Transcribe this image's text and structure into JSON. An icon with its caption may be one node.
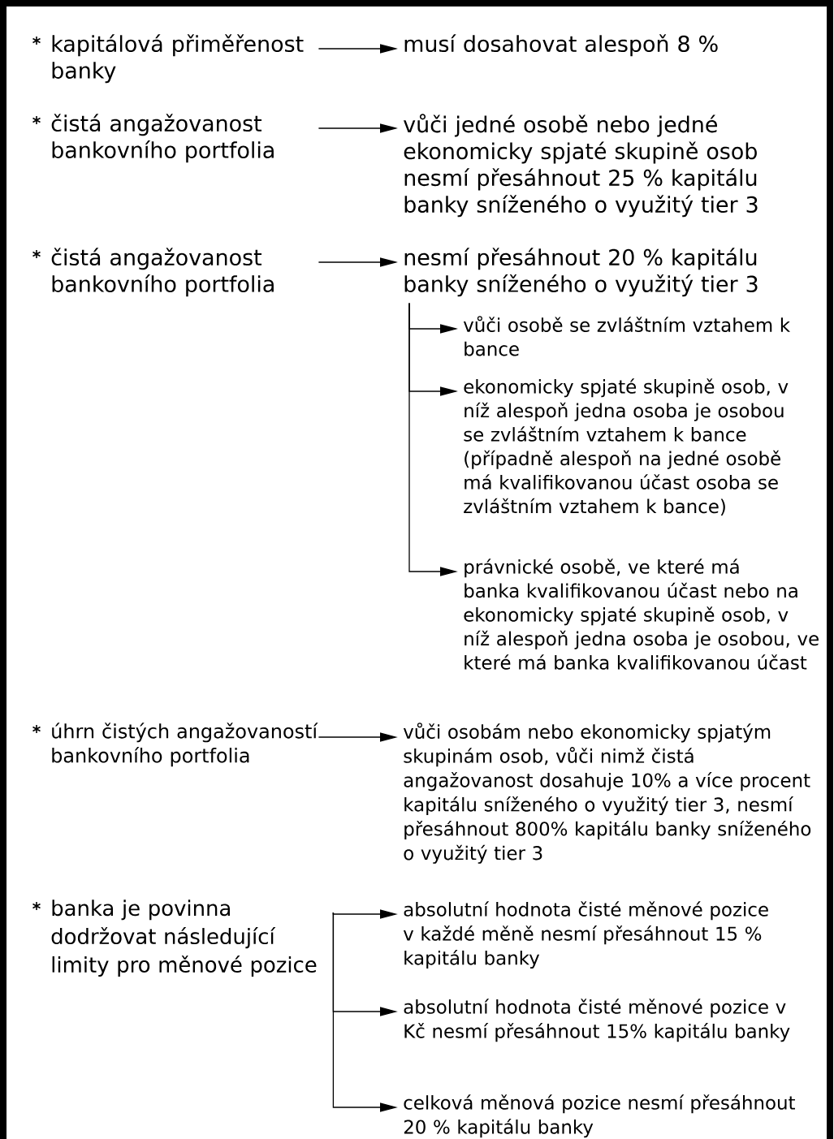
{
  "diagram": {
    "nodes": [
      {
        "text": [
          "kapitálová přiměřenost banky"
        ]
      },
      {
        "text": [
          "musí dosahovat alespoň 8 %"
        ]
      },
      {
        "text": [
          "čistá angažovanost bankovního portfolia"
        ]
      },
      {
        "text": [
          "vůči jedné osobě nebo jedné ekonomicky spjaté skupině osob nesmí přesáhnout 25 % kapitálu banky sníženého o využitý tier 3"
        ]
      },
      {
        "text": [
          "čistá angažovanost bankovního portfolia"
        ]
      },
      {
        "text": [
          "nesmí přesáhnout 20 % kapitálu banky sníženého o využitý tier 3"
        ]
      },
      {
        "text": [
          "vůči osobě se zvláštním vztahem k bance"
        ]
      },
      {
        "text": [
          "ekonomicky spjaté skupině osob, v níž alespoň jedna osoba je osobou se zvláštním vztahem k bance (případně alespoň na jedné osobě má kvalifikovanou účast osoba se zvláštním vztahem k bance)"
        ]
      },
      {
        "text": [
          "právnické osobě, ve které má banka kvalifikovanou účast nebo na ekonomicky spjaté skupině osob, v níž alespoň jedna osoba je osobou, ve které má banka kvalifikovanou účast"
        ]
      },
      {
        "text": [
          "úhrn čistých angažovaností bankovního portfolia"
        ]
      },
      {
        "text": [
          "vůči osobám nebo ekonomicky spjatým skupinám osob, vůči nimž čistá angažovanost dosahuje 10% a více procent kapitálu sníženého o využitý tier 3, nesmí přesáhnout 800% kapitálu banky sníženého o využitý tier 3"
        ]
      },
      {
        "text": [
          "banka je povinna dodržovat následující limity pro měnové pozice"
        ]
      },
      {
        "text": [
          "absolutní hodnota čisté měnové pozice v každé měně nesmí přesáhnout 15 % kapitálu banky"
        ]
      },
      {
        "text": [
          "absolutní hodnota čisté měnové pozice v Kč nesmí přesáhnout 15% kapitálu banky"
        ]
      },
      {
        "text": [
          "celková měnová pozice nesmí přesáhnout 20 % kapitálu banky"
        ]
      }
    ],
    "edges": [
      {
        "from": 0,
        "to": 1,
        "arrow": "to"
      },
      {
        "from": 2,
        "to": 3,
        "arrow": "to"
      },
      {
        "from": 4,
        "to": 5,
        "arrow": "to"
      },
      {
        "from": 5,
        "to": 6,
        "arrow": "to"
      },
      {
        "from": 5,
        "to": 7,
        "arrow": "to"
      },
      {
        "from": 5,
        "to": 8,
        "arrow": "to"
      },
      {
        "from": 9,
        "to": 10,
        "arrow": "to"
      },
      {
        "from": 11,
        "to": 12,
        "arrow": "to"
      },
      {
        "from": 11,
        "to": 13,
        "arrow": "to"
      },
      {
        "from": 11,
        "to": 14,
        "arrow": "to"
      }
    ]
  }
}
